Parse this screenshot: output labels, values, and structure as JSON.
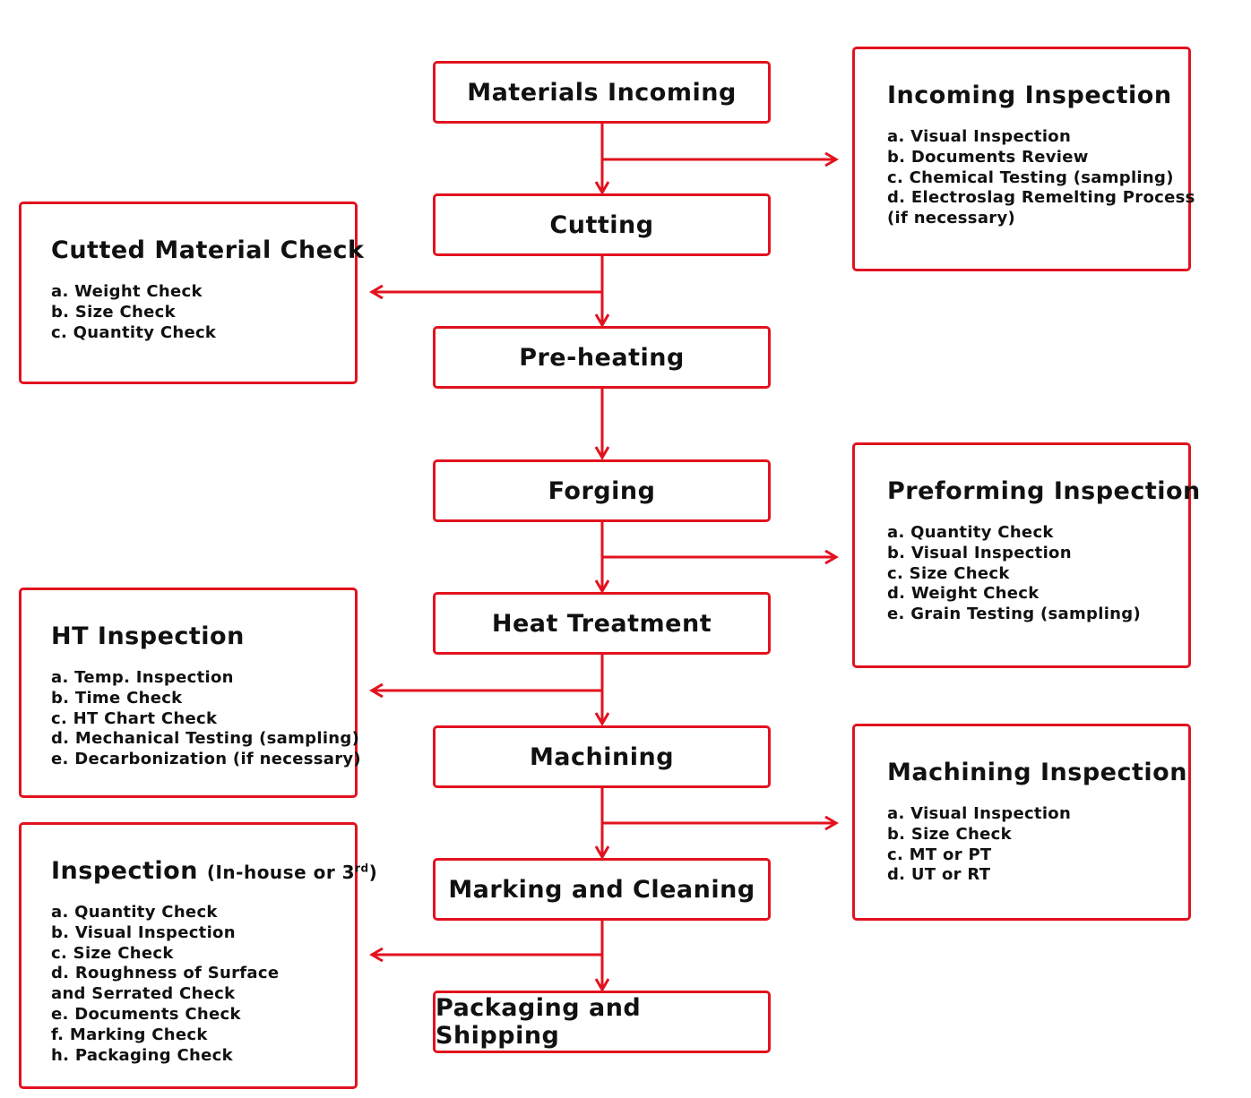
{
  "accent_color": "#e3121f",
  "steps": [
    {
      "label": "Materials Incoming"
    },
    {
      "label": "Cutting"
    },
    {
      "label": "Pre-heating"
    },
    {
      "label": "Forging"
    },
    {
      "label": "Heat Treatment"
    },
    {
      "label": "Machining"
    },
    {
      "label": "Marking and Cleaning"
    },
    {
      "label": "Packaging and Shipping"
    }
  ],
  "panels": [
    {
      "title": "Incoming Inspection",
      "items": [
        "a. Visual Inspection",
        "b. Documents Review",
        "c. Chemical Testing (sampling)",
        "d. Electroslag Remelting Process",
        "(if necessary)"
      ]
    },
    {
      "title": "Cutted Material Check",
      "items": [
        "a. Weight Check",
        "b. Size Check",
        "c. Quantity Check"
      ]
    },
    {
      "title": "Preforming Inspection",
      "items": [
        "a. Quantity Check",
        "b. Visual Inspection",
        "c. Size Check",
        "d. Weight Check",
        "e. Grain Testing (sampling)"
      ]
    },
    {
      "title": "HT Inspection",
      "items": [
        "a. Temp. Inspection",
        "b. Time Check",
        "c. HT Chart Check",
        "d. Mechanical Testing (sampling)",
        "e. Decarbonization (if necessary)"
      ]
    },
    {
      "title": "Machining Inspection",
      "items": [
        "a. Visual Inspection",
        "b. Size Check",
        "c. MT or PT",
        "d. UT or RT"
      ]
    },
    {
      "title": "Inspection",
      "subtitle_prefix": "(In-house or 3",
      "subtitle_sup": "rd",
      "subtitle_suffix": ")",
      "items": [
        "a. Quantity Check",
        "b. Visual Inspection",
        "c. Size Check",
        "d. Roughness of Surface",
        "and Serrated Check",
        "e. Documents Check",
        "f. Marking Check",
        "h. Packaging Check"
      ]
    }
  ]
}
